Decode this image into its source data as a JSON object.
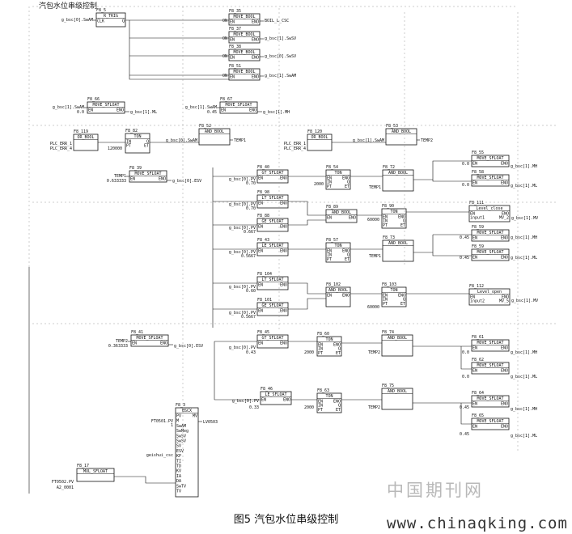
{
  "header": {
    "title": "汽包水位串级控制"
  },
  "caption": "图5 汽包水位串级控制",
  "watermark": {
    "cn": "中国期刊网",
    "url": "www.chinaqking.com"
  },
  "blocks": [
    {
      "id": "b_rtrig",
      "ref": "F8_5",
      "name": "R_TRIG",
      "ins": [
        "CLK"
      ],
      "outs": [
        "Q"
      ],
      "in_vals": [
        "g_bsc[0].SwAM"
      ],
      "out_vals": []
    },
    {
      "id": "b_mv35",
      "ref": "F8_35",
      "name": "MOVE_BOOL",
      "ins": [
        "EN"
      ],
      "outs": [
        "ENO"
      ],
      "in_vals": [
        "ON"
      ],
      "out_vals": [
        "BOIL_L_CSC"
      ]
    },
    {
      "id": "b_mv37",
      "ref": "F8_37",
      "name": "MOVE_BOOL",
      "ins": [
        "EN"
      ],
      "outs": [
        "ENO"
      ],
      "in_vals": [
        "ON"
      ],
      "out_vals": [
        "g_bsc[1].SwSV"
      ]
    },
    {
      "id": "b_mv38",
      "ref": "F8_38",
      "name": "MOVE_BOOL",
      "ins": [
        "EN"
      ],
      "outs": [
        "ENO"
      ],
      "in_vals": [
        "ON"
      ],
      "out_vals": [
        "g_bsc[0].SwSV"
      ]
    },
    {
      "id": "b_mv51",
      "ref": "F8_51",
      "name": "MOVE_BOOL",
      "ins": [
        "EN"
      ],
      "outs": [
        "ENO"
      ],
      "in_vals": [
        "ON"
      ],
      "out_vals": [
        "g_bsc[1].SwAM"
      ]
    },
    {
      "id": "b_mf66",
      "ref": "F8_66",
      "name": "MOVE_SFLOAT",
      "ins": [
        "EN"
      ],
      "outs": [
        "ENO"
      ],
      "in_vals": [
        "g_bsc[1].SwAM",
        "0.0"
      ],
      "out_vals": [
        "g_bsc[1].ML"
      ]
    },
    {
      "id": "b_mf67",
      "ref": "F8_67",
      "name": "MOVE_SFLOAT",
      "ins": [
        "EN"
      ],
      "outs": [
        "ENO"
      ],
      "in_vals": [
        "g_bsc[1].SwAM",
        "0.45"
      ],
      "out_vals": [
        "g_bsc[1].MH"
      ]
    },
    {
      "id": "b_or119",
      "ref": "F8_119",
      "name": "OR_BOOL",
      "ins": [],
      "outs": [],
      "in_vals": [
        "PLC_ERR_1",
        "PLC_ERR_4"
      ],
      "out_vals": []
    },
    {
      "id": "b_ton82",
      "ref": "F8_82",
      "name": "TON",
      "ins": [
        "IN",
        "PT"
      ],
      "outs": [
        "Q",
        "ET"
      ],
      "in_vals": [
        "120000"
      ],
      "out_vals": []
    },
    {
      "id": "b_and52",
      "ref": "F8_52",
      "name": "AND_BOOL",
      "ins": [],
      "outs": [],
      "in_vals": [
        "g_bsc[0].SwAM"
      ],
      "out_vals": [
        "TEMP1"
      ]
    },
    {
      "id": "b_or120",
      "ref": "F8_120",
      "name": "OR_BOOL",
      "ins": [],
      "outs": [],
      "in_vals": [
        "PLC_ERR_1",
        "PLC_ERR_4"
      ],
      "out_vals": []
    },
    {
      "id": "b_and53",
      "ref": "F8_53",
      "name": "AND_BOOL",
      "ins": [],
      "outs": [],
      "in_vals": [
        "g_bsc[1].SwAM"
      ],
      "out_vals": [
        "TEMP2"
      ]
    },
    {
      "id": "b_mf39",
      "ref": "F8_39",
      "name": "MOVE_SFLOAT",
      "ins": [
        "EN"
      ],
      "outs": [
        "ENO"
      ],
      "in_vals": [
        "TEMP1",
        "0.633333"
      ],
      "out_vals": [
        "g_bsc[0].ESV"
      ]
    },
    {
      "id": "b_gt40",
      "ref": "F8_40",
      "name": "GT_SFLOAT",
      "ins": [
        "EN"
      ],
      "outs": [
        "ENO"
      ],
      "in_vals": [
        "g_bsc[0].PV",
        "0.70"
      ],
      "out_vals": []
    },
    {
      "id": "b_ton54",
      "ref": "F8_54",
      "name": "TON",
      "ins": [
        "EN",
        "IN",
        "PT"
      ],
      "outs": [
        "ENO",
        "Q",
        "ET"
      ],
      "in_vals": [
        "2000"
      ],
      "out_vals": []
    },
    {
      "id": "b_and72",
      "ref": "F8_72",
      "name": "AND_BOOL",
      "ins": [],
      "outs": [],
      "in_vals": [
        "TEMP1"
      ],
      "out_vals": []
    },
    {
      "id": "b_mf55",
      "ref": "F8_55",
      "name": "MOVE_SFLOAT",
      "ins": [
        "EN"
      ],
      "outs": [
        "ENO"
      ],
      "in_vals": [
        "0.0"
      ],
      "out_vals": [
        "g_bsc[1].MH"
      ]
    },
    {
      "id": "b_mf58",
      "ref": "F8_58",
      "name": "MOVE_SFLOAT",
      "ins": [
        "EN"
      ],
      "outs": [
        "ENO"
      ],
      "in_vals": [
        "0.0"
      ],
      "out_vals": [
        "g_bsc[1].ML"
      ]
    },
    {
      "id": "b_lt98",
      "ref": "F8_98",
      "name": "LT_SFLOAT",
      "ins": [
        "EN"
      ],
      "outs": [
        "ENO"
      ],
      "in_vals": [
        "g_bsc[0].PV",
        "0.70"
      ],
      "out_vals": []
    },
    {
      "id": "b_gt88",
      "ref": "F8_88",
      "name": "GE_SFLOAT",
      "ins": [
        "EN"
      ],
      "outs": [
        "ENO"
      ],
      "in_vals": [
        "g_bsc[0].PV",
        "0.667"
      ],
      "out_vals": []
    },
    {
      "id": "b_and89",
      "ref": "F8_89",
      "name": "AND_BOOL",
      "ins": [
        "EN"
      ],
      "outs": [
        "ENO"
      ],
      "in_vals": [],
      "out_vals": []
    },
    {
      "id": "b_ton90",
      "ref": "F8_90",
      "name": "TON",
      "ins": [
        "EN",
        "IN",
        "PT"
      ],
      "outs": [
        "ENO",
        "Q",
        "ET"
      ],
      "in_vals": [
        "60000"
      ],
      "out_vals": []
    },
    {
      "id": "b_lc111",
      "ref": "F8_111",
      "name": "Level_close",
      "ins": [
        "EN",
        "input1"
      ],
      "outs": [
        "ENO",
        "MV_2"
      ],
      "in_vals": [],
      "out_vals": [
        "g_bsc[1].MV"
      ]
    },
    {
      "id": "b_mf59",
      "ref": "F8_59",
      "name": "MOVE_SFLOAT",
      "ins": [
        "EN"
      ],
      "outs": [
        "ENO"
      ],
      "in_vals": [
        "0.45"
      ],
      "out_vals": [
        "g_bsc[1].MH"
      ]
    },
    {
      "id": "b_le43",
      "ref": "F8_43",
      "name": "LE_SFLOAT",
      "ins": [
        "EN"
      ],
      "outs": [
        "ENO"
      ],
      "in_vals": [
        "g_bsc[0].PV",
        "0.5667"
      ],
      "out_vals": []
    },
    {
      "id": "b_ton57",
      "ref": "F8_57",
      "name": "TON",
      "ins": [
        "EN",
        "IN",
        "PT"
      ],
      "outs": [
        "ENO",
        "Q",
        "ET"
      ],
      "in_vals": [],
      "out_vals": []
    },
    {
      "id": "b_and73",
      "ref": "F8_73",
      "name": "AND_BOOL",
      "ins": [],
      "outs": [],
      "in_vals": [
        "TEMP1"
      ],
      "out_vals": []
    },
    {
      "id": "b_mf59b",
      "ref": "F8_59",
      "name": "MOVE_SFLOAT",
      "ins": [
        "EN"
      ],
      "outs": [
        "ENO"
      ],
      "in_vals": [
        "0.45"
      ],
      "out_vals": [
        "g_bsc[1].ML"
      ]
    },
    {
      "id": "b_lt104",
      "ref": "F8_104",
      "name": "LT_SFLOAT",
      "ins": [
        "EN"
      ],
      "outs": [
        "ENO"
      ],
      "in_vals": [
        "g_bsc[0].PV",
        "0.60"
      ],
      "out_vals": []
    },
    {
      "id": "b_and102",
      "ref": "F8_102",
      "name": "AND_BOOL",
      "ins": [
        "EN"
      ],
      "outs": [
        "ENO"
      ],
      "in_vals": [],
      "out_vals": []
    },
    {
      "id": "b_ton103",
      "ref": "F8_103",
      "name": "TON",
      "ins": [
        "EN",
        "IN",
        "PT"
      ],
      "outs": [
        "ENO",
        "Q",
        "ET"
      ],
      "in_vals": [
        "60000"
      ],
      "out_vals": []
    },
    {
      "id": "b_lo112",
      "ref": "F8_112",
      "name": "Level_open",
      "ins": [
        "EN",
        "input2"
      ],
      "outs": [
        "ENO",
        "MV_5"
      ],
      "in_vals": [],
      "out_vals": [
        "g_bsc[1].MV"
      ]
    },
    {
      "id": "b_ge101",
      "ref": "F8_101",
      "name": "GE_SFLOAT",
      "ins": [
        "EN"
      ],
      "outs": [
        "ENO"
      ],
      "in_vals": [
        "g_bsc[0].PV",
        "0.5667"
      ],
      "out_vals": []
    },
    {
      "id": "b_mf41",
      "ref": "F8_41",
      "name": "MOVE_SFLOAT",
      "ins": [
        "EN"
      ],
      "outs": [
        "ENO"
      ],
      "in_vals": [
        "TEMP2",
        "0.363333"
      ],
      "out_vals": [
        "g_bsc[0].ESV"
      ]
    },
    {
      "id": "b_gt45",
      "ref": "F8_45",
      "name": "GT_SFLOAT",
      "ins": [
        "EN"
      ],
      "outs": [
        "ENO"
      ],
      "in_vals": [
        "g_bsc[0].PV",
        "0.43"
      ],
      "out_vals": []
    },
    {
      "id": "b_ton60",
      "ref": "F8_60",
      "name": "TON",
      "ins": [
        "EN",
        "IN",
        "PT"
      ],
      "outs": [
        "ENO",
        "Q",
        "ET"
      ],
      "in_vals": [
        "2000"
      ],
      "out_vals": []
    },
    {
      "id": "b_and74",
      "ref": "F8_74",
      "name": "AND_BOOL",
      "ins": [],
      "outs": [],
      "in_vals": [
        "TEMP2"
      ],
      "out_vals": []
    },
    {
      "id": "b_mf61",
      "ref": "F8_61",
      "name": "MOVE_SFLOAT",
      "ins": [
        "EN"
      ],
      "outs": [
        "ENO"
      ],
      "in_vals": [
        "0.0"
      ],
      "out_vals": [
        "g_bsc[1].MH"
      ]
    },
    {
      "id": "b_mf62",
      "ref": "F8_62",
      "name": "MOVE_SFLOAT",
      "ins": [
        "EN"
      ],
      "outs": [
        "ENO"
      ],
      "in_vals": [
        "0.0"
      ],
      "out_vals": [
        "g_bsc[1].ML"
      ]
    },
    {
      "id": "b_le46",
      "ref": "F8_46",
      "name": "LE_SFLOAT",
      "ins": [
        "EN"
      ],
      "outs": [
        "ENO"
      ],
      "in_vals": [
        "g_bsc[0].PV",
        "0.33"
      ],
      "out_vals": []
    },
    {
      "id": "b_ton63",
      "ref": "F8_63",
      "name": "TON",
      "ins": [
        "EN",
        "IN",
        "PT"
      ],
      "outs": [
        "ENO",
        "Q",
        "ET"
      ],
      "in_vals": [
        "2000"
      ],
      "out_vals": []
    },
    {
      "id": "b_and75",
      "ref": "F8_75",
      "name": "AND_BOOL",
      "ins": [],
      "outs": [],
      "in_vals": [
        "TEMP2"
      ],
      "out_vals": []
    },
    {
      "id": "b_mf64",
      "ref": "F8_64",
      "name": "MOVE_SFLOAT",
      "ins": [
        "EN"
      ],
      "outs": [
        "ENO"
      ],
      "in_vals": [
        "0.45"
      ],
      "out_vals": [
        "g_bsc[1].MH"
      ]
    },
    {
      "id": "b_mf65",
      "ref": "F8_65",
      "name": "MOVE_SFLOAT",
      "ins": [
        "EN"
      ],
      "outs": [
        "ENO"
      ],
      "in_vals": [
        "0.45"
      ],
      "out_vals": [
        "g_bsc[1].ML"
      ]
    },
    {
      "id": "b_bscx",
      "ref": "F8_3",
      "name": "BSCX",
      "ins": [
        "PV",
        "M",
        "SwAM",
        "SwMeg",
        "SwSV",
        "SwSV",
        "SV",
        "ESV",
        "KP",
        "TI",
        "TD",
        "KV",
        "IA",
        "DA",
        "SwTV",
        "TV"
      ],
      "outs": [
        "MV"
      ],
      "in_vals": [
        "FT0501.PV",
        "1",
        "geishui_csc"
      ],
      "out_vals": [
        "LV0503"
      ]
    },
    {
      "id": "b_mf17",
      "ref": "F8_17",
      "name": "MUL_SFLOAT",
      "ins": [],
      "outs": [],
      "in_vals": [
        "FT0502.PV",
        "A2_0001"
      ],
      "out_vals": []
    }
  ]
}
